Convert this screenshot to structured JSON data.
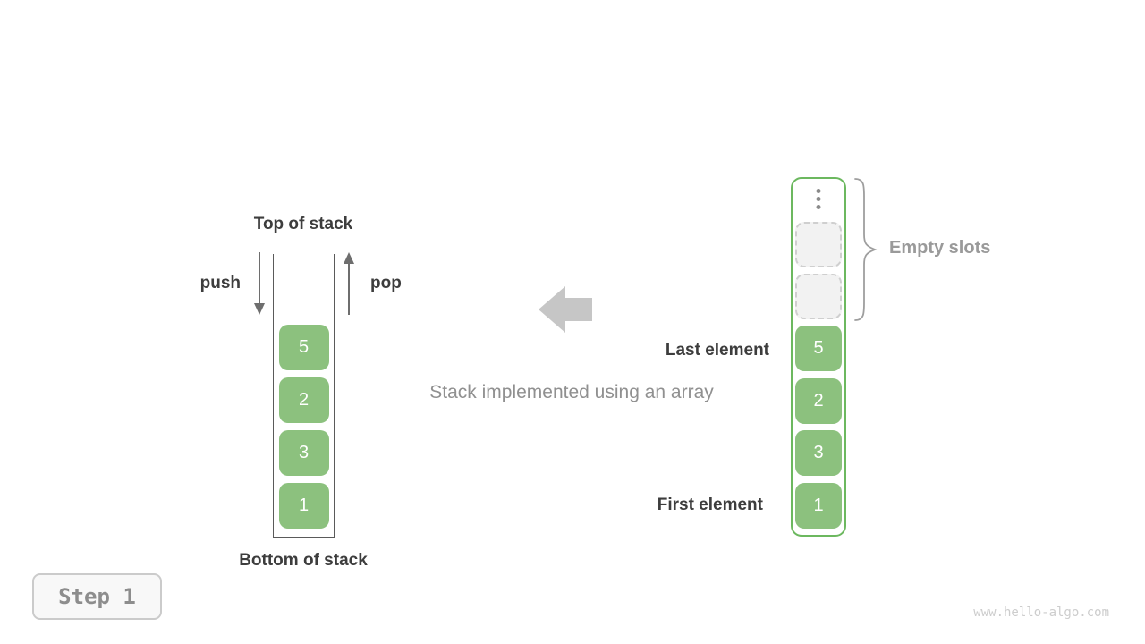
{
  "left_stack": {
    "top_label": "Top of stack",
    "bottom_label": "Bottom of stack",
    "push_label": "push",
    "pop_label": "pop",
    "cells": [
      "5",
      "2",
      "3",
      "1"
    ]
  },
  "middle": {
    "caption": "Stack implemented using an array"
  },
  "array": {
    "empty_slot_count": 2,
    "cells": [
      "5",
      "2",
      "3",
      "1"
    ],
    "empty_slots_label": "Empty slots",
    "last_element_label": "Last element",
    "first_element_label": "First element"
  },
  "footer": {
    "step_label": "Step 1",
    "watermark": "www.hello-algo.com"
  },
  "colors": {
    "cell_green": "#8cc17e",
    "array_border_green": "#6cb85f",
    "dark_text": "#3d3d3d",
    "gray_text": "#909090",
    "light_gray": "#cdcdcd",
    "arrow_gray": "#c6c6c6"
  }
}
